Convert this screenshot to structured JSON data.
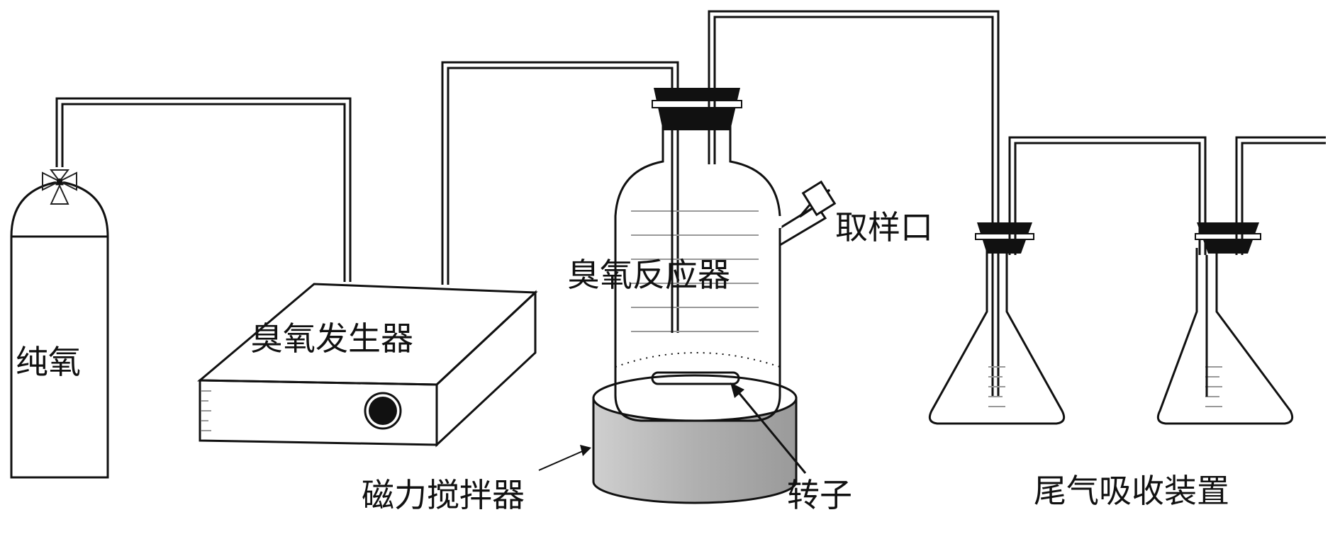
{
  "labels": {
    "oxygen_cylinder": "纯氧",
    "ozone_generator": "臭氧发生器",
    "ozone_reactor": "臭氧反应器",
    "sampling_port": "取样口",
    "magnetic_stirrer": "磁力搅拌器",
    "stir_bar": "转子",
    "tail_gas_absorber": "尾气吸收装置"
  },
  "colors": {
    "line": "#111111",
    "stirrer_body": "#bdbdbd",
    "stopper": "#111111",
    "scale_ticks": "#999999"
  }
}
